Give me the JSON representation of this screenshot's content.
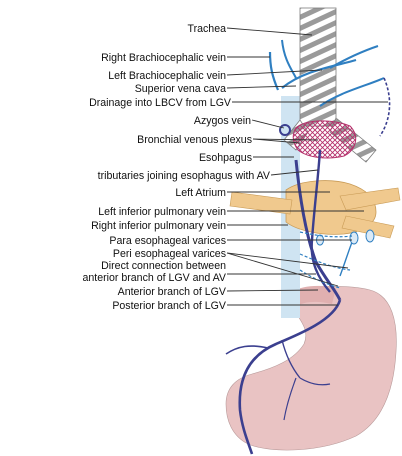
{
  "labels": {
    "trachea": "Trachea",
    "right_brachiocephalic_vein": "Right Brachiocephalic vein",
    "left_brachiocephalic_vein": "Left Brachiocephalic vein",
    "superior_vena_cava": "Superior vena cava",
    "drainage_lbcv_lgv": "Drainage into LBCV from LGV",
    "azygos_vein": "Azygos vein",
    "bronchial_venous_plexus": "Bronchial venous plexus",
    "esophagus": "Esohpagus",
    "tributaries_av": "tributaries joining esophagus with AV",
    "left_atrium": "Left Atrium",
    "left_inferior_pulmonary_vein": "Left inferior pulmonary vein",
    "right_inferior_pulmonary_vein": "Right inferior pulmonary vein",
    "para_esophageal_varices": "Para esophageal varices",
    "peri_esophageal_varices": "Peri esophageal varices",
    "direct_connection_line1": "Direct connection between",
    "direct_connection_line2": "anterior branch of LGV and AV",
    "anterior_branch_lgv": "Anterior branch of LGV",
    "posterior_branch_lgv": "Posterior branch of LGV"
  },
  "colors": {
    "vein_blue": "#2f7fc1",
    "deep_vein": "#3b3f8f",
    "esophagus_fill": "#cfe4f2",
    "stomach_fill": "#e9c3c3",
    "atrium_fill": "#f0c98e",
    "plexus": "#b5306b",
    "trachea_stripe": "#9a9a9a"
  }
}
